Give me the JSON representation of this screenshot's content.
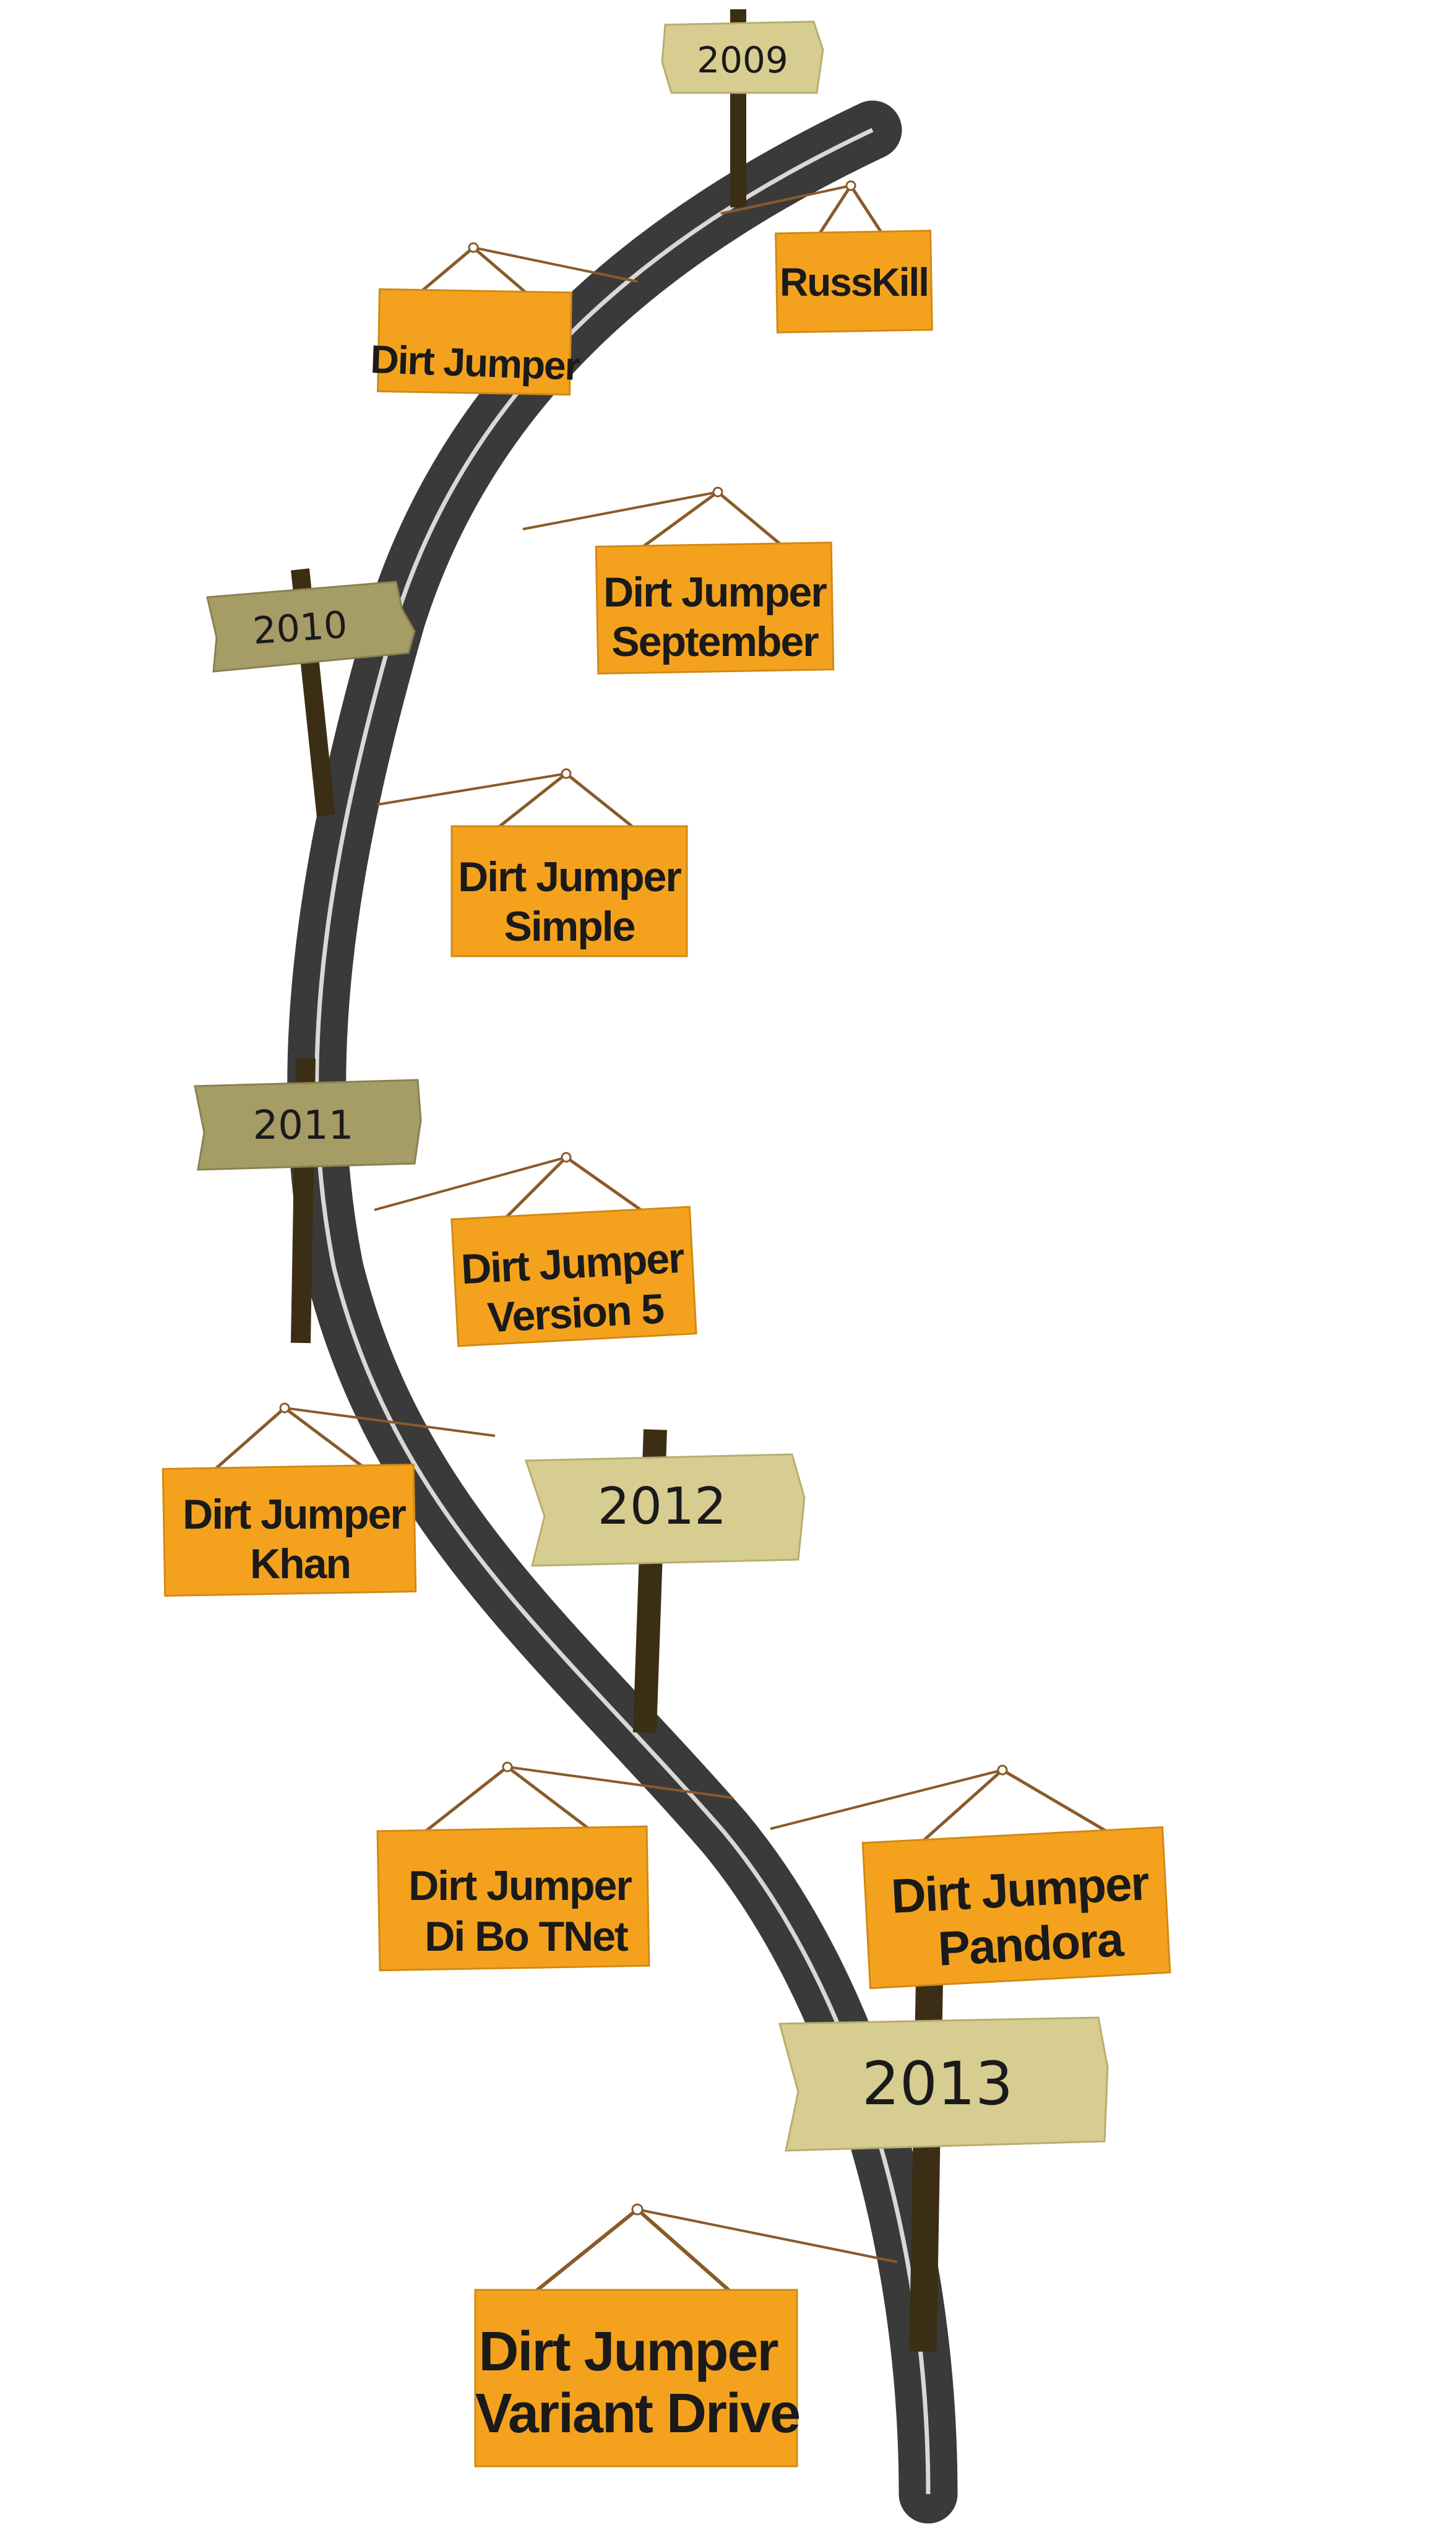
{
  "colors": {
    "road": "#3a3a3a",
    "road_line": "#d8d8d8",
    "post": "#3b2e14",
    "year_sign_light": "#d7cd91",
    "year_sign_dark": "#a59c66",
    "variant_sign": "#f4a21e",
    "rope": "#8a5a2a"
  },
  "years": [
    {
      "label": "2009"
    },
    {
      "label": "2010"
    },
    {
      "label": "2011"
    },
    {
      "label": "2012"
    },
    {
      "label": "2013"
    }
  ],
  "variants": [
    {
      "lines": [
        "RussKill"
      ]
    },
    {
      "lines": [
        "Dirt Jumper"
      ]
    },
    {
      "lines": [
        "Dirt Jumper",
        "September"
      ]
    },
    {
      "lines": [
        "Dirt Jumper",
        "Simple"
      ]
    },
    {
      "lines": [
        "Dirt Jumper",
        "Version 5"
      ]
    },
    {
      "lines": [
        "Dirt Jumper",
        "Khan"
      ]
    },
    {
      "lines": [
        "Dirt Jumper",
        "Di Bo TNet"
      ]
    },
    {
      "lines": [
        "Dirt Jumper",
        "Pandora"
      ]
    },
    {
      "lines": [
        "Dirt Jumper",
        "Variant Drive"
      ]
    }
  ]
}
